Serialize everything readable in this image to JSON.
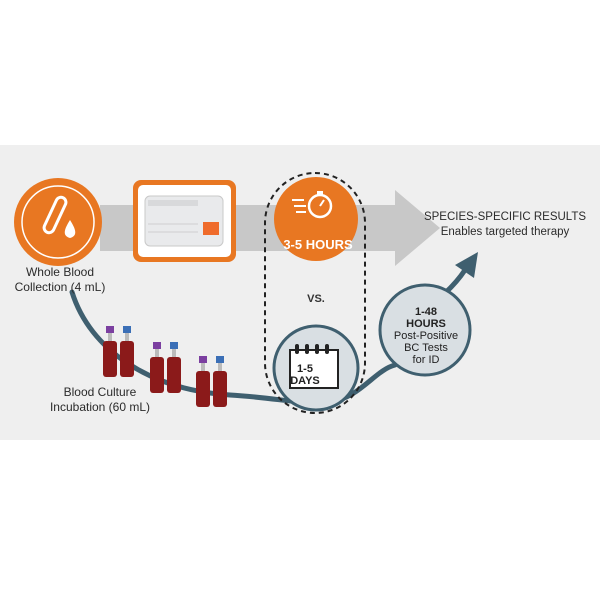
{
  "collection": {
    "line1": "Whole Blood",
    "line2": "Collection (4 mL)",
    "icon": "test-tube-drop-icon"
  },
  "culture": {
    "line1": "Blood Culture",
    "line2": "Incubation (60 mL)",
    "icon": "culture-bottles-icon"
  },
  "instrument": {
    "icon": "analyzer-instrument-icon"
  },
  "fast_path": {
    "label": "3-5 HOURS",
    "icon": "stopwatch-icon"
  },
  "comparison": {
    "label": "VS."
  },
  "slow_path": {
    "label_line1": "1-5",
    "label_line2": "DAYS",
    "icon": "calendar-icon"
  },
  "post_positive": {
    "hours": "1-48",
    "hours_word": "HOURS",
    "line1": "Post-Positive",
    "line2": "BC Tests",
    "line3": "for ID"
  },
  "result": {
    "title": "SPECIES-SPECIFIC RESULTS",
    "subtitle": "Enables targeted therapy"
  },
  "colors": {
    "accent": "#e87722",
    "slate": "#3f5f6f",
    "blood": "#8b1a1a",
    "band": "#efefef"
  }
}
